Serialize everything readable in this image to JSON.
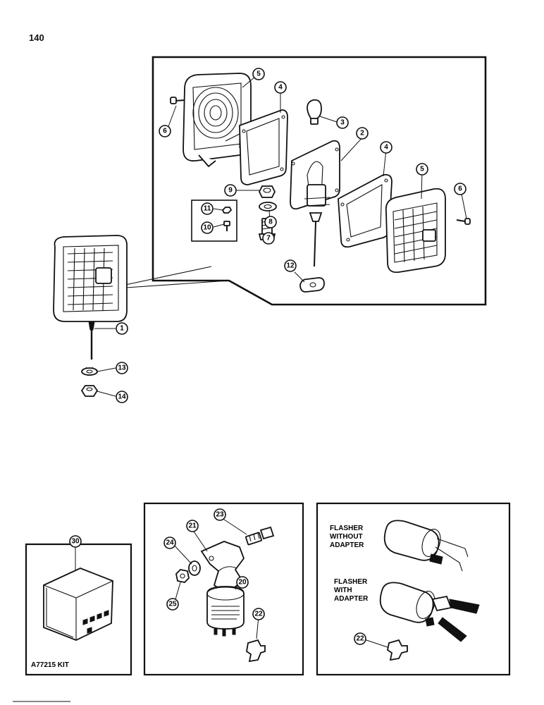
{
  "page_number": "140",
  "callouts": {
    "c1": "1",
    "c2": "2",
    "c3": "3",
    "c4a": "4",
    "c4b": "4",
    "c5a": "5",
    "c5b": "5",
    "c6a": "6",
    "c6b": "6",
    "c7": "7",
    "c8": "8",
    "c9": "9",
    "c10": "10",
    "c11": "11",
    "c12": "12",
    "c13": "13",
    "c14": "14",
    "c20": "20",
    "c21": "21",
    "c22a": "22",
    "c22b": "22",
    "c23": "23",
    "c24": "24",
    "c25": "25",
    "c30": "30"
  },
  "kit_label": "A77215 KIT",
  "flasher_without": [
    "FLASHER",
    "WITHOUT",
    "ADAPTER"
  ],
  "flasher_with": [
    "FLASHER",
    "WITH",
    "ADAPTER"
  ],
  "icons": [
    "lamp-assembly",
    "lens",
    "gasket",
    "bulb",
    "base-plate",
    "relay-flasher",
    "bracket",
    "adapter-plug"
  ]
}
